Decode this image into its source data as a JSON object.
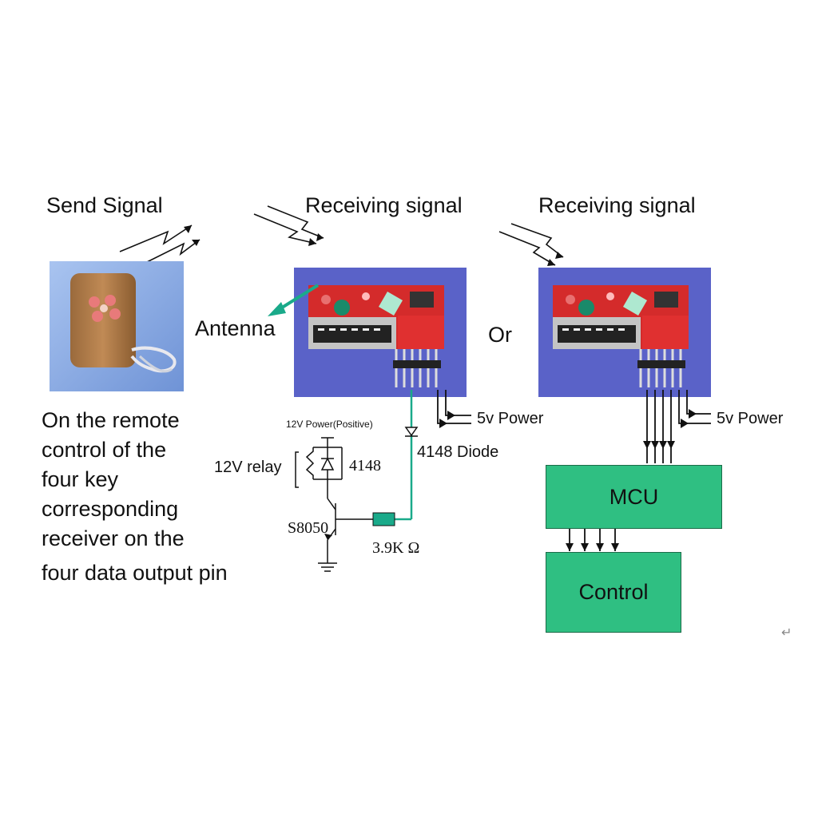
{
  "labels": {
    "send_signal": "Send Signal",
    "receiving_signal_1": "Receiving signal",
    "receiving_signal_2": "Receiving signal",
    "antenna": "Antenna",
    "or": "Or",
    "power_5v_1": "5v Power",
    "power_5v_2": "5v Power",
    "diode_4148": "4148 Diode",
    "power_12v": "12V Power(Positive)",
    "relay_12v": "12V relay",
    "flyback_diode": "4148",
    "transistor": "S8050",
    "resistor": "3.9K Ω"
  },
  "description": [
    "On the remote",
    "control of the",
    " four key",
    "corresponding",
    "receiver on the",
    "four data output pin"
  ],
  "blocks": {
    "mcu": "MCU",
    "control": "Control"
  },
  "return_mark": "↵",
  "colors": {
    "board_bg": "#5a62c8",
    "pcb_red": "#d42b2b",
    "block_fill": "#2fbf82",
    "wire_teal": "#1aaa8a"
  }
}
